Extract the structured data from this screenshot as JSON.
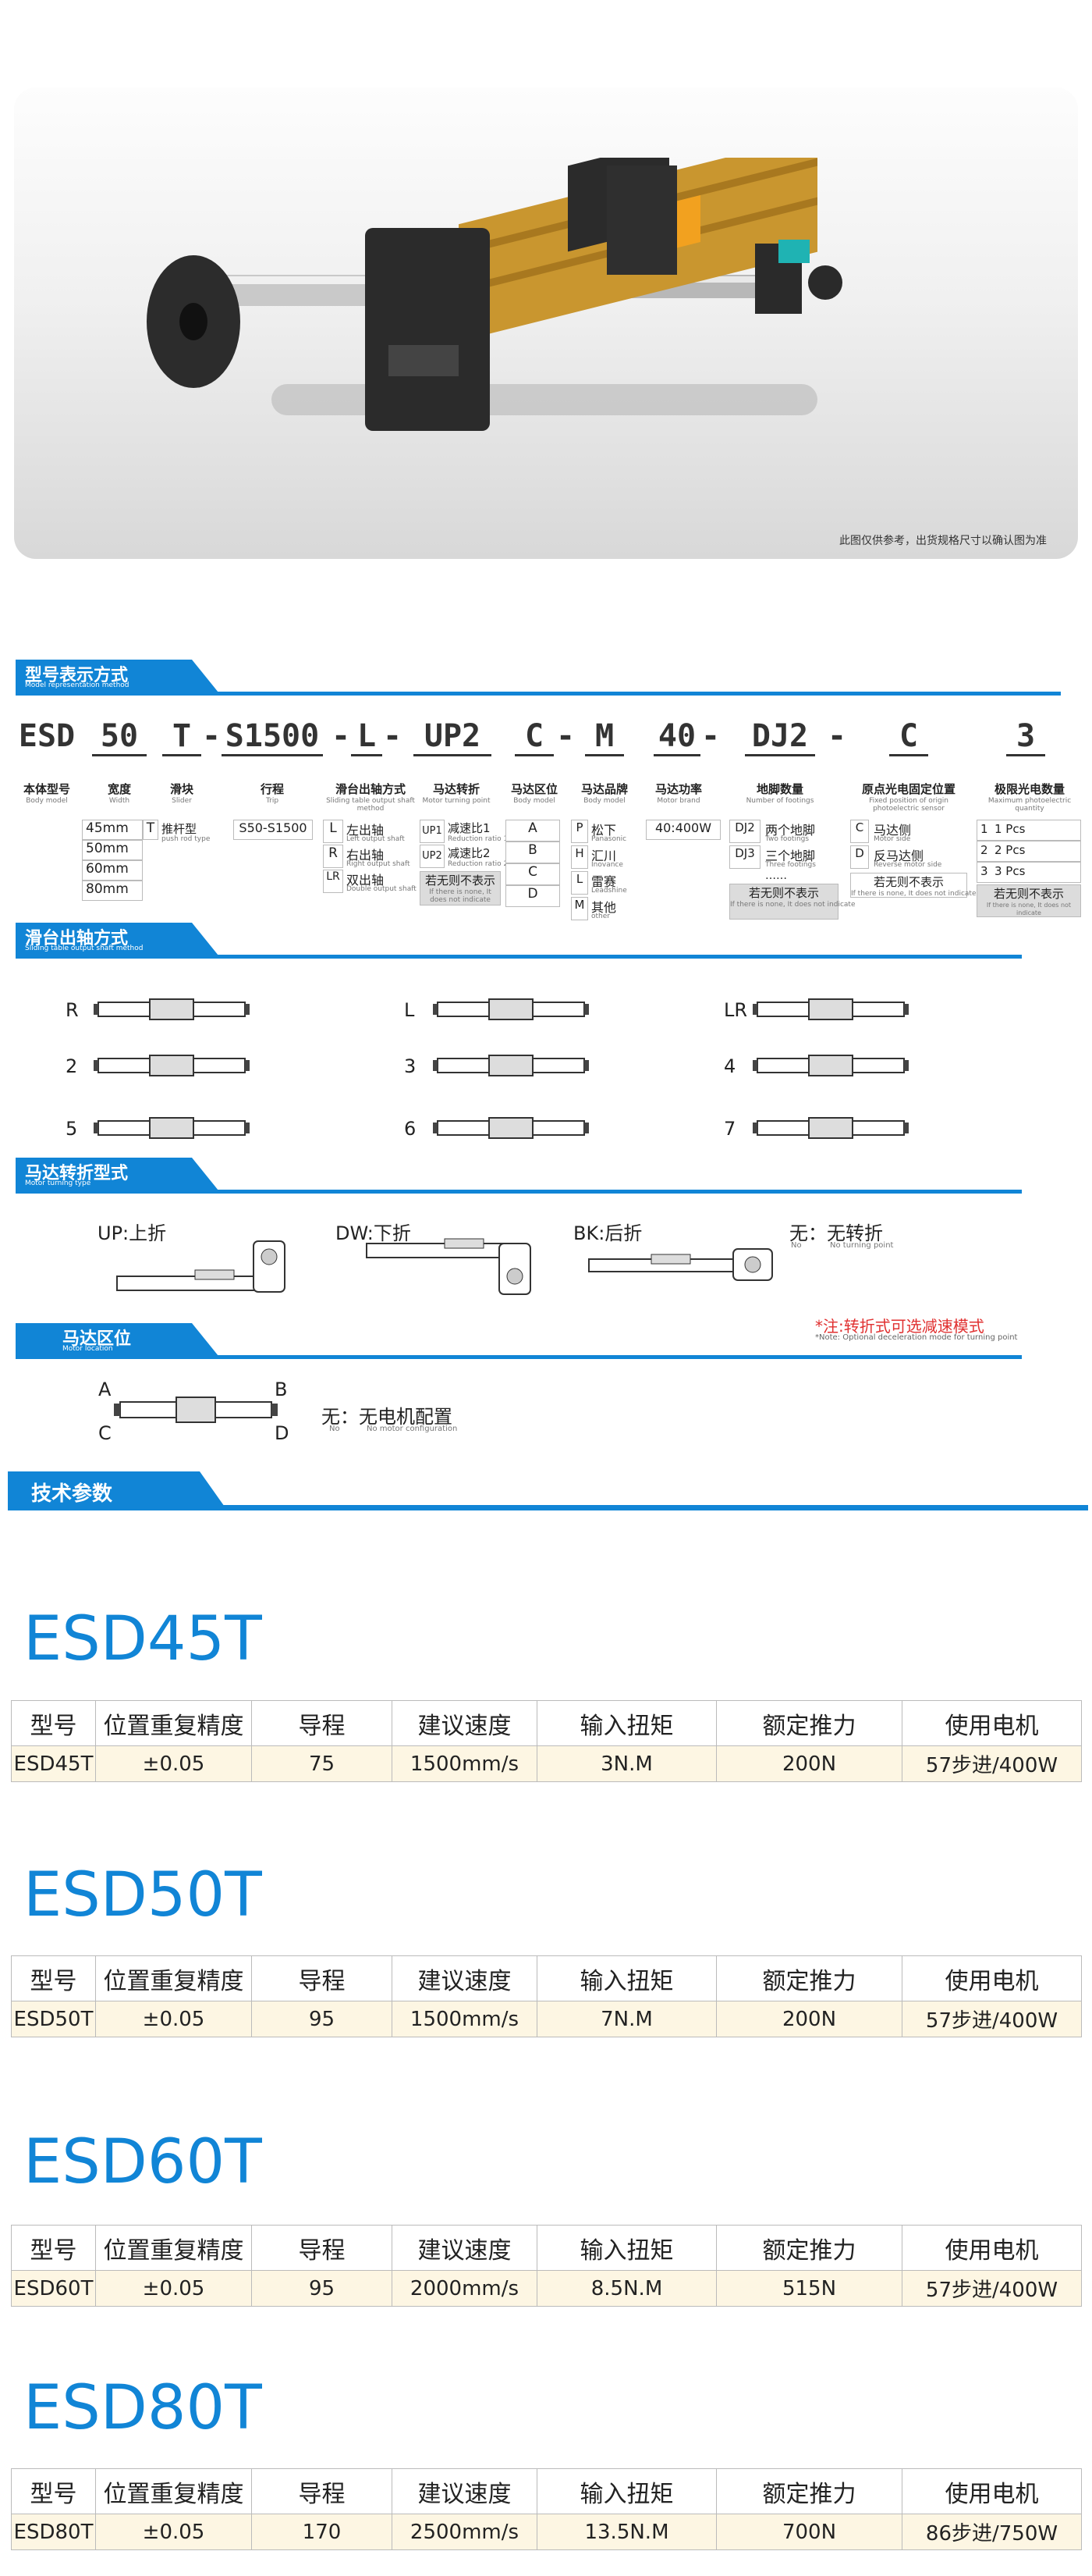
{
  "hero": {
    "note": "此图仅供参考，出货规格尺寸以确认图为准"
  },
  "section_model": {
    "title": "型号表示方式",
    "subtitle": "Model representation method"
  },
  "model_code": {
    "body": "ESD",
    "width": "50",
    "slider": "T",
    "dash1": "-",
    "trip": "S1500",
    "dash2": "-",
    "shaft": "L",
    "dash3": "-",
    "turn": "UP2",
    "loc": "C",
    "dash4": "-",
    "brand": "M",
    "power": "40",
    "dash5": "-",
    "footing": "DJ2",
    "dash6": "-",
    "origin": "C",
    "photo": "3"
  },
  "model_labels": {
    "body": {
      "cn": "本体型号",
      "en": "Body model"
    },
    "width": {
      "cn": "宽度",
      "en": "Width"
    },
    "slider": {
      "cn": "滑块",
      "en": "Slider"
    },
    "trip": {
      "cn": "行程",
      "en": "Trip"
    },
    "shaft": {
      "cn": "滑台出轴方式",
      "en": "Sliding table output shaft method"
    },
    "turn": {
      "cn": "马达转折",
      "en": "Motor turning point"
    },
    "loc": {
      "cn": "马达区位",
      "en": "Body model"
    },
    "brand": {
      "cn": "马达品牌",
      "en": "Body model"
    },
    "power": {
      "cn": "马达功率",
      "en": "Motor brand"
    },
    "footing": {
      "cn": "地脚数量",
      "en": "Number of footings"
    },
    "origin": {
      "cn": "原点光电固定位置",
      "en": "Fixed position of origin photoelectric sensor"
    },
    "photo": {
      "cn": "极限光电数量",
      "en": "Maximum photoelectric quantity"
    }
  },
  "options": {
    "width": [
      "45mm",
      "50mm",
      "60mm",
      "80mm"
    ],
    "slider": {
      "code": "T",
      "cn": "推杆型",
      "en": "push rod type"
    },
    "trip": "S50-S1500",
    "shaft": [
      {
        "code": "L",
        "cn": "左出轴",
        "en": "Left output shaft"
      },
      {
        "code": "R",
        "cn": "右出轴",
        "en": "Right output shaft"
      },
      {
        "code": "LR",
        "cn": "双出轴",
        "en": "Double output shaft"
      }
    ],
    "turn": [
      {
        "code": "UP1",
        "cn": "减速比1",
        "en": "Reduction ratio 1"
      },
      {
        "code": "UP2",
        "cn": "减速比2",
        "en": "Reduction ratio 2"
      }
    ],
    "turn_none": {
      "cn": "若无则不表示",
      "en": "If there is none, It does not indicate"
    },
    "loc": [
      "A",
      "B",
      "C",
      "D"
    ],
    "brand": [
      {
        "code": "P",
        "cn": "松下",
        "en": "Panasonic"
      },
      {
        "code": "H",
        "cn": "汇川",
        "en": "Inovance"
      },
      {
        "code": "L",
        "cn": "雷赛",
        "en": "Leadshine"
      },
      {
        "code": "M",
        "cn": "其他",
        "en": "other"
      }
    ],
    "power": "40:400W",
    "footing": [
      {
        "code": "DJ2",
        "cn": "两个地脚",
        "en": "Two footings"
      },
      {
        "code": "DJ3",
        "cn": "三个地脚",
        "en": "Three footings"
      }
    ],
    "footing_dots": "……",
    "footing_none": {
      "cn": "若无则不表示",
      "en": "If there is none, It does not indicate"
    },
    "origin": [
      {
        "code": "C",
        "cn": "马达侧",
        "en": "Motor side"
      },
      {
        "code": "D",
        "cn": "反马达侧",
        "en": "Reverse motor side"
      }
    ],
    "origin_none": {
      "cn": "若无则不表示",
      "en": "If there is none, It does not indicate"
    },
    "photo": [
      {
        "code": "1",
        "cn": "1 Pcs"
      },
      {
        "code": "2",
        "cn": "2 Pcs"
      },
      {
        "code": "3",
        "cn": "3 Pcs"
      }
    ],
    "photo_none": {
      "cn": "若无则不表示",
      "en": "If there is none, It does not indicate"
    }
  },
  "section_shaft": {
    "title": "滑台出轴方式",
    "subtitle": "Sliding table output shaft method"
  },
  "shaft_labels": [
    "R",
    "L",
    "LR",
    "2",
    "3",
    "4",
    "5",
    "6",
    "7"
  ],
  "section_turn": {
    "title": "马达转折型式",
    "subtitle": "Motor turning type"
  },
  "turn_types": {
    "up": "UP:上折",
    "dw": "DW:下折",
    "bk": "BK:后折",
    "none_cn": "无：无转折",
    "none_en_a": "No",
    "none_en_b": "No turning point"
  },
  "section_loc": {
    "title": "马达区位",
    "subtitle": "Motor location"
  },
  "turn_note": {
    "cn": "*注:转折式可选减速模式",
    "en": "*Note: Optional deceleration mode for turning point"
  },
  "loc_labels": {
    "a": "A",
    "b": "B",
    "c": "C",
    "d": "D",
    "none_cn": "无：无电机配置",
    "none_en_a": "No",
    "none_en_b": "No motor configuration"
  },
  "section_tech": {
    "title": "技术参数"
  },
  "headers": [
    "型号",
    "位置重复精度",
    "导程",
    "建议速度",
    "输入扭矩",
    "额定推力",
    "使用电机"
  ],
  "models": [
    {
      "title": "ESD45T",
      "row": [
        "ESD45T",
        "±0.05",
        "75",
        "1500mm/s",
        "3N.M",
        "200N",
        "57步进/400W"
      ]
    },
    {
      "title": "ESD50T",
      "row": [
        "ESD50T",
        "±0.05",
        "95",
        "1500mm/s",
        "7N.M",
        "200N",
        "57步进/400W"
      ]
    },
    {
      "title": "ESD60T",
      "row": [
        "ESD60T",
        "±0.05",
        "95",
        "2000mm/s",
        "8.5N.M",
        "515N",
        "57步进/400W"
      ]
    },
    {
      "title": "ESD80T",
      "row": [
        "ESD80T",
        "±0.05",
        "170",
        "2500mm/s",
        "13.5N.M",
        "700N",
        "86步进/750W"
      ]
    }
  ]
}
